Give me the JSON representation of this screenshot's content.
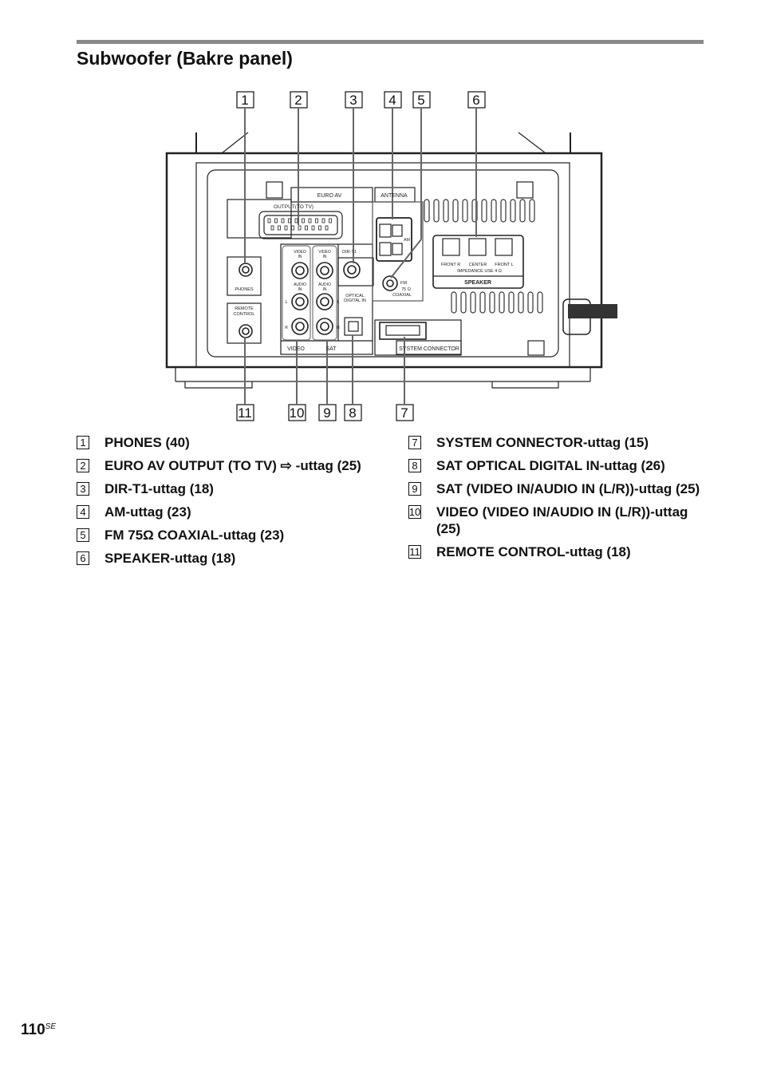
{
  "section_title": "Subwoofer (Bakre panel)",
  "callouts_top": [
    "1",
    "2",
    "3",
    "4",
    "5",
    "6"
  ],
  "callouts_bottom": [
    "11",
    "10",
    "9",
    "8",
    "7"
  ],
  "panel_labels": {
    "euro_av": "EURO AV",
    "antenna": "ANTENNA",
    "output_to_tv": "OUTPUT(TO TV)",
    "phones": "PHONES",
    "remote_control_1": "REMOTE",
    "remote_control_2": "CONTROL",
    "video_in_1": "VIDEO",
    "video_in_2": "IN",
    "audio_in_1": "AUDIO",
    "audio_in_2": "IN",
    "l": "L",
    "r": "R",
    "dir_t1": "DIR-T1",
    "optical_1": "OPTICAL",
    "optical_2": "DIGITAL IN",
    "am": "AM",
    "fm_1": "FM",
    "fm_2": "75 Ω",
    "fm_3": "COAXIAL",
    "front_r": "FRONT R",
    "center": "CENTER",
    "front_l": "FRONT L",
    "impedance": "IMPEDANCE USE 4 Ω",
    "speaker": "SPEAKER",
    "video": "VIDEO",
    "sat": "SAT",
    "system_connector": "SYSTEM CONNECTOR"
  },
  "list_left": [
    {
      "num": "1",
      "text": "PHONES (40)"
    },
    {
      "num": "2",
      "text": "EURO AV OUTPUT (TO TV) ⇨ -uttag (25)"
    },
    {
      "num": "3",
      "text": "DIR-T1-uttag (18)"
    },
    {
      "num": "4",
      "text": "AM-uttag (23)"
    },
    {
      "num": "5",
      "text": "FM 75Ω COAXIAL-uttag (23)"
    },
    {
      "num": "6",
      "text": "SPEAKER-uttag (18)"
    }
  ],
  "list_right": [
    {
      "num": "7",
      "text": "SYSTEM CONNECTOR-uttag (15)"
    },
    {
      "num": "8",
      "text": "SAT OPTICAL DIGITAL IN-uttag (26)"
    },
    {
      "num": "9",
      "text": "SAT (VIDEO IN/AUDIO IN (L/R))-uttag (25)"
    },
    {
      "num": "10",
      "text": "VIDEO (VIDEO IN/AUDIO IN (L/R))-uttag (25)"
    },
    {
      "num": "11",
      "text": "REMOTE CONTROL-uttag (18)"
    }
  ],
  "page_number": "110",
  "page_suffix": "SE"
}
